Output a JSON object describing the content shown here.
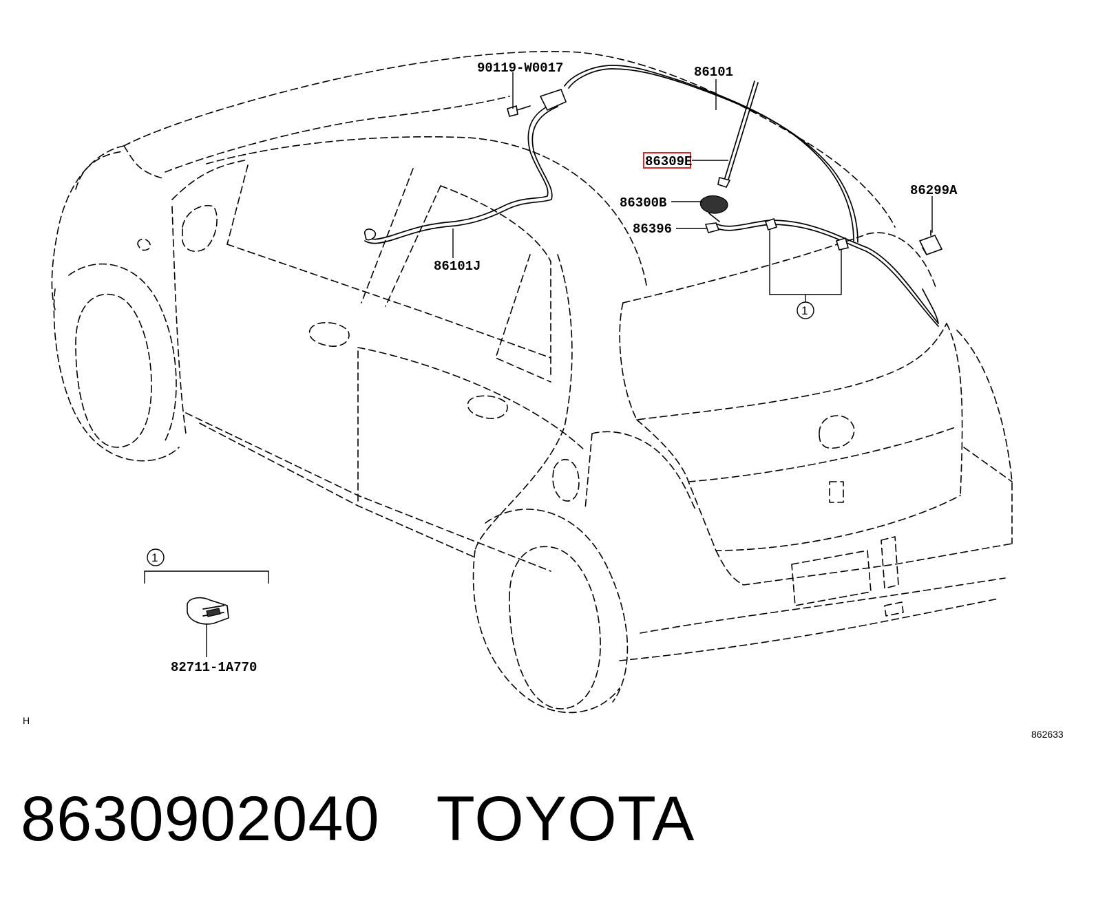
{
  "callouts": {
    "bolt": "90119-W0017",
    "cable_main": "86101",
    "antenna_rod": "86309E",
    "antenna_base": "86300B",
    "pad": "86396",
    "bracket": "86299A",
    "cable_sub": "86101J",
    "clip": "82711-1A770"
  },
  "group_ref_mark": "1",
  "corner_mark": "H",
  "diagram_id": "862633",
  "highlight": {
    "label": "86309E",
    "color": "#e0262a"
  },
  "footer": {
    "part_number": "8630902040",
    "brand": "TOYOTA"
  }
}
